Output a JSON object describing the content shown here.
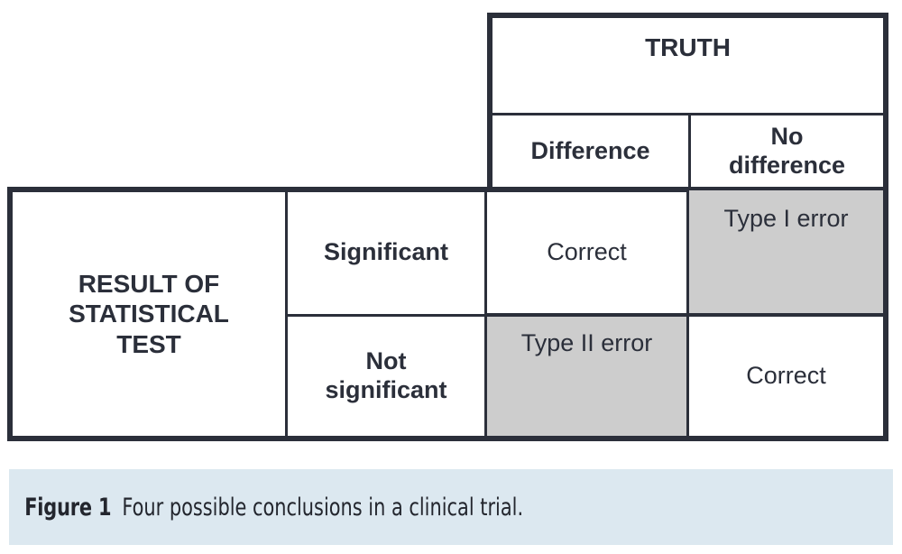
{
  "figure": {
    "caption_label": "Figure 1",
    "caption_text": "Four possible conclusions in a clinical trial.",
    "caption_background": "#dce8f0",
    "highlight_color": "#cdcdcd",
    "line_color": "#2b2f3a"
  },
  "table": {
    "column_group_header": "TRUTH",
    "row_group_header": "RESULT OF\nSTATISTICAL\nTEST",
    "row_group_header_lines": [
      "RESULT OF",
      "STATISTICAL",
      "TEST"
    ],
    "column_headers": [
      "Difference",
      "No difference"
    ],
    "column_header_lines": [
      [
        "Difference"
      ],
      [
        "No",
        "difference"
      ]
    ],
    "row_headers": [
      "Significant",
      "Not significant"
    ],
    "row_header_lines": [
      [
        "Significant"
      ],
      [
        "Not",
        "significant"
      ]
    ],
    "cells": [
      [
        {
          "label": "Correct",
          "highlighted": false
        },
        {
          "label": "Type I error",
          "highlighted": true
        }
      ],
      [
        {
          "label": "Type II error",
          "highlighted": true
        },
        {
          "label": "Correct",
          "highlighted": false
        }
      ]
    ]
  }
}
